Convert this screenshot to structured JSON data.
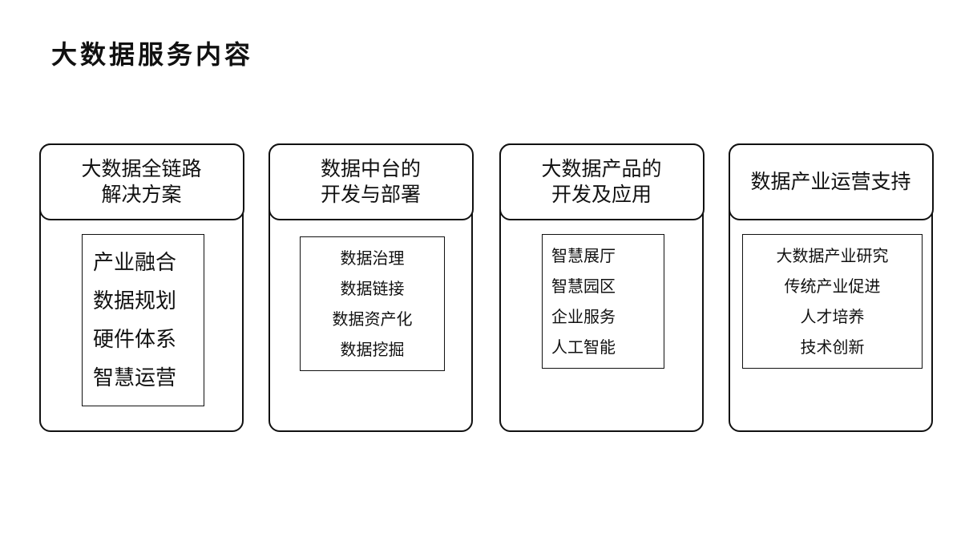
{
  "title": "大数据服务内容",
  "cards": [
    {
      "heading": [
        "大数据全链路",
        "解决方案"
      ],
      "items": [
        "产业融合",
        "数据规划",
        "硬件体系",
        "智慧运营"
      ]
    },
    {
      "heading": [
        "数据中台的",
        "开发与部署"
      ],
      "items": [
        "数据治理",
        "数据链接",
        "数据资产化",
        "数据挖掘"
      ]
    },
    {
      "heading": [
        "大数据产品的",
        "开发及应用"
      ],
      "items": [
        "智慧展厅",
        "智慧园区",
        "企业服务",
        "人工智能"
      ]
    },
    {
      "heading": [
        "数据产业运营支持"
      ],
      "items": [
        "大数据产业研究",
        "传统产业促进",
        "人才培养",
        "技术创新"
      ]
    }
  ]
}
